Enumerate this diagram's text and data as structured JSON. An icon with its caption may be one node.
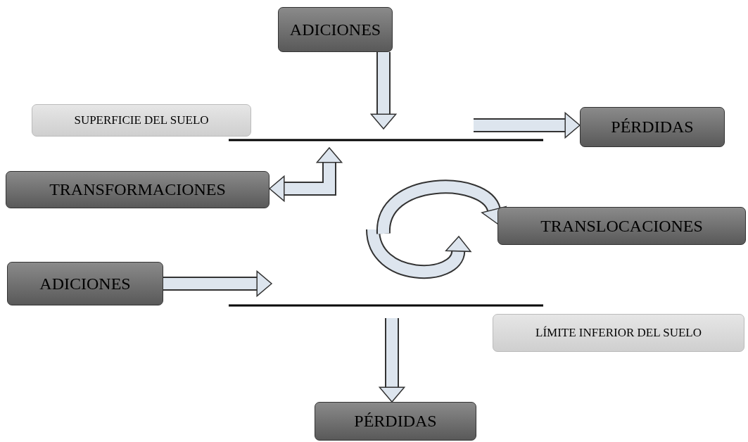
{
  "diagram": {
    "nodes": [
      {
        "text": [
          "ADICIONES"
        ]
      },
      {
        "text": [
          "SUPERFICIE DEL SUELO"
        ]
      },
      {
        "text": [
          "PÉRDIDAS"
        ]
      },
      {
        "text": [
          "TRANSFORMACIONES"
        ]
      },
      {
        "text": [
          "TRANSLOCACIONES"
        ]
      },
      {
        "text": [
          "ADICIONES"
        ]
      },
      {
        "text": [
          "LÍMITE INFERIOR DEL SUELO"
        ]
      },
      {
        "text": [
          "PÉRDIDAS"
        ]
      }
    ],
    "edges": [
      {
        "from": 0,
        "to": null,
        "arrow": "to"
      },
      {
        "from": null,
        "to": 2,
        "arrow": "to"
      },
      {
        "from": null,
        "to": 3,
        "arrow": "both"
      },
      {
        "from": null,
        "to": 4,
        "arrow": "to"
      },
      {
        "from": 5,
        "to": null,
        "arrow": "to"
      },
      {
        "from": null,
        "to": 7,
        "arrow": "to"
      }
    ]
  }
}
